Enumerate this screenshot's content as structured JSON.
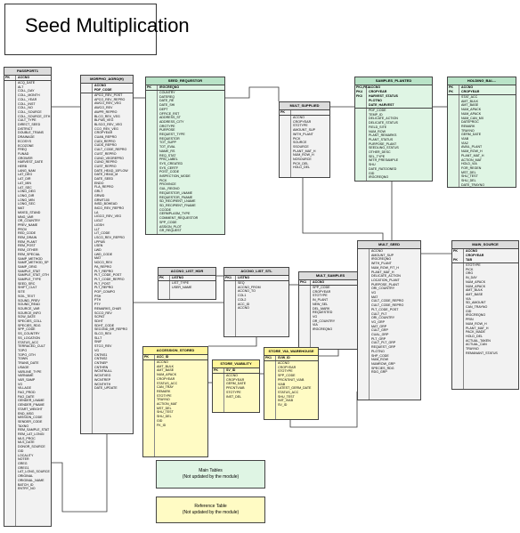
{
  "title": "Seed Multiplication",
  "legend": {
    "main_tables": "Main Tables\n(Not updated by the module)",
    "reference_table": "Reference Table\n(Not updated by the module)"
  },
  "tables": [
    {
      "id": "passport1",
      "name": "PASSPORT1",
      "color": "grey",
      "pk": [
        "PK"
      ],
      "pk_fields": [
        "ACCNO"
      ],
      "keys": [
        "",
        "",
        "",
        "",
        "",
        "",
        "",
        "",
        "",
        "",
        "",
        "",
        "",
        "",
        "",
        "",
        "",
        "",
        "",
        "",
        "",
        "",
        "",
        "",
        "",
        "",
        "",
        "",
        "",
        "",
        "",
        "",
        "",
        "",
        "",
        "",
        "",
        "",
        "",
        "",
        "",
        "",
        "",
        "",
        "",
        "",
        "",
        "",
        "",
        "",
        "",
        "",
        "",
        "",
        "",
        "",
        "",
        "",
        "",
        "",
        "",
        "",
        "",
        "",
        "",
        "",
        "",
        "",
        "",
        "",
        "",
        "",
        "",
        "",
        "",
        "",
        "",
        "",
        "",
        "",
        "",
        "",
        "",
        "",
        "",
        "",
        "",
        "",
        "",
        "",
        "",
        "",
        "",
        "",
        "",
        "",
        "",
        "",
        "",
        "",
        "",
        "",
        "FK1",
        "FK2"
      ],
      "fields": [
        "ACQ_DATE",
        "ALT",
        "COLL_DAY",
        "COLL_MONTH",
        "COLL_YEAR",
        "COLL_INST",
        "COLL_NO",
        "COLL_SOURCE",
        "COLL_SOURCE_OTH",
        "CULT_TYPE",
        "DIRECT_SEED",
        "DISTRICT",
        "DOUBLE_TRANS",
        "DRAINAGE",
        "ECOSYS",
        "ECOZONE",
        "FREQ",
        "FUNAD",
        "GROWER",
        "HARVEST_DATE",
        "HERB",
        "LANG_NAM",
        "LAT_DEG",
        "LAT_DIR",
        "LAT_MIN",
        "LAT_SEC",
        "LONG_DEG",
        "LONG_DIR",
        "LONG_MIN",
        "LONG_SEC",
        "MAT",
        "MIXED_STAND",
        "MNG_VAR",
        "OR_COUNTRY",
        "PREV_NAME",
        "PROV",
        "RED_CODE",
        "REM_DRAIN",
        "REM_PLANT",
        "REM_POST",
        "REM_OTHER",
        "REM_SPECIAL",
        "SAMP_METHOD",
        "SAMP_METHOD_SP",
        "SAMP_ORIG",
        "SAMPLE_STAT",
        "SAMPLE_STAT_OTH",
        "SAMPLE_TYPE",
        "SEED_SRC",
        "SHIFT_CULT",
        "SITE",
        "SOIL_TEXT",
        "SOUND_PREV",
        "SOUND_READ",
        "SOURCE_VAR",
        "SOURCE_INFO",
        "SOW_DATE",
        "SPECIES_COLL",
        "SPECIES_RDG",
        "SPP_CODE",
        "SS_COUNTRY",
        "SS_LOCATION",
        "STATUS_ACC",
        "TERRACED_CULT",
        "TOPO",
        "TOPO_OTH",
        "TOWN",
        "TRANS_DATE",
        "USAGE",
        "VARLINE_TYPE",
        "VARNAME",
        "VAR_SAMP",
        "VG",
        "VILLAGE",
        "FAO_PROD",
        "FAO_DATE",
        "GENDER_LNAME",
        "GENDER_FNAME",
        "START_WEIGHT",
        "END_MSG",
        "MISSION_CODE",
        "SENDER_CODE",
        "TAXNO",
        "REM_SAMPLE_STAT",
        "REM_LAT_LONGI",
        "MLS_PROC",
        "MLS_DATE",
        "DONOR_SOURCE",
        "GID",
        "LOCALITY",
        "NOTER",
        "GREG",
        "GREG1",
        "LAT_LONG_SOURCE",
        "ORIGINAL",
        "ORIGINAL_NAME",
        "BATCH_ID",
        "ENTRY_NO"
      ]
    },
    {
      "id": "morpho",
      "name": "MORPHO_AGRO(H)",
      "color": "grey",
      "pk": [
        "",
        ""
      ],
      "pk_fields": [
        "ACCNO",
        "PDF_CODE"
      ],
      "keys": [],
      "fields": [
        "APCO_REV_POST",
        "APCO_REV_REPRO",
        "AWCO_REV_VEG",
        "AWCO_REV",
        "AWPR_REPRO",
        "BLCO_REV_VEG",
        "BLPUB_VEG",
        "BLSCO_REV_VEG",
        "CCO_REV_VEG",
        "CROPYEAR",
        "CUAN_REPRO",
        "CUDI_REPRO",
        "CUDS_REPRO",
        "CULT_CODE_REPRO",
        "CUST_REPRO",
        "CUNO_VEGREPRO",
        "CUNO_REPRO",
        "CUST_REPRO",
        "DATE_HEAD_10FLOW",
        "DATE_HEAD_M",
        "DATE_SEED",
        "ENDO",
        "FLA_REPRO",
        "GRLT",
        "GRWD",
        "GRWT100",
        "INSD_BOHEAD",
        "INCO_REV_REPRO",
        "LA",
        "LIGCO_REV_VEG",
        "LIGLT",
        "LIGSH",
        "LLT",
        "LIT_CODE",
        "LSCO_REV_REPRO",
        "LPPUB",
        "LSEN",
        "LWD",
        "LWD_CODE",
        "MAT",
        "NOCO_REV",
        "PA_REPRO",
        "PLT_REPRO",
        "PLT_CODE_POST",
        "PLT_CODE_REPRO",
        "PLT_POST",
        "PLT_REPRO",
        "POP_COMPO",
        "PSH",
        "PTH",
        "PTY",
        "REMARKS_CHAR",
        "SCCO_REV",
        "SCPAT",
        "SDHT",
        "SDHT_CODE",
        "SECOND_BR_REPRO",
        "SLCO_REV",
        "SLLT",
        "SNIF",
        "STCO_REV",
        "VG",
        "CNTNS1",
        "CNTNS2",
        "CNTNEP",
        "CNTHRN",
        "WCNTNULL",
        "WCNTVEG",
        "WCNTREP",
        "WCNTHTH",
        "DATE_UPDATE"
      ]
    },
    {
      "id": "seedreq",
      "name": "SEED_REQUESTOR",
      "color": "green",
      "pk": [
        "PK"
      ],
      "pk_fields": [
        "IRGCREQNO"
      ],
      "keys": [],
      "fields": [
        "COUNTRY",
        "DATEREQ",
        "DATE_RE",
        "DATE_SHI",
        "DEPT",
        "OFFICE_RST",
        "ADDRESS_ST",
        "ADDRESS_CITY",
        "ORGTYPE",
        "PURPOSE",
        "REQUEST_TYPE",
        "REQUESTOR",
        "TOT_SUPP",
        "TOT_EVAL",
        "NAME_RS",
        "REQ_STAT",
        "PRN_LABEL",
        "SYS_CREATED",
        "SYS_CERTF",
        "POST_CODE",
        "INSPECTION_MODE",
        "PICK",
        "PROVINCE",
        "GUL_REGNO",
        "REQUESTOR_LNAME",
        "REQUESTOR_FNAME",
        "SD_RECIPIENT_LNAME",
        "SD_RECIPIENT_FNAME",
        "CCODE",
        "GERMPLASM_TYPE",
        "COMMENT_REQUESTOR",
        "SPP_CODE",
        "ASSIGN_PLOT",
        "GR_REQUEST"
      ]
    },
    {
      "id": "multsupp",
      "name": "MULT_SUPPLIED",
      "color": "grey",
      "pk": [
        "PK"
      ],
      "pk_fields": [
        ""
      ],
      "keys": [],
      "fields": [
        "ACCNO",
        "CROPYEAR",
        "STOTYPE",
        "AMOUNT_SUP",
        "WITH_PLANT",
        "PICK",
        "SOURCE",
        "SSOURCE",
        "PLANT_MAT_H",
        "NUM_ROW_H",
        "NOSOURCE",
        "PICK_DEL",
        "HOLD_DEL"
      ]
    },
    {
      "id": "samples",
      "name": "SAMPLES_PLANTED",
      "color": "green",
      "pk": [
        "PK1,FK1",
        "PK4",
        "FK3"
      ],
      "pk_fields": [
        "ACCNO",
        "CROPYEAR",
        "HARVEST_STATUS",
        "PLOTNO",
        "DATE_HARVEST"
      ],
      "keys": [],
      "fields": [
        "PDF_CODE",
        "TEMP_ID",
        "DELICATE_ACTION",
        "DELICATE_STATUS",
        "FIELD_SITE",
        "NUM_ROW",
        "PLANT_REMARKS",
        "PLANT_STATUS",
        "PURPOSE_PLANT",
        "SEEDLING_STATUS",
        "OTHER_DESC",
        "SEL_TYPE",
        "WITH_PRESAMPLE",
        "SHU",
        "DATE_RATOONED",
        "GID",
        "IRGCREQNO"
      ]
    },
    {
      "id": "holding",
      "name": "HOLDING_BAL...",
      "color": "green",
      "pk": [
        "PK",
        "PK"
      ],
      "pk_fields": [
        "ACCNO",
        "CROPYEAR"
      ],
      "keys": [],
      "fields": [
        "STAT_ACC",
        "AMT_BULK",
        "AMT_BASE",
        "NUM_APACK",
        "NUM_APACK",
        "NUM_CAN_MX",
        "DATEPROC",
        "REMARK",
        "TRAYNO",
        "GERM_DATE",
        "VIAB",
        "VIA2",
        "AVAIL_PLANT",
        "NUM_ROW_H",
        "PLANT_MAT_H",
        "ACTION_MAT",
        "HOLD_VIA",
        "FOR_REGEN",
        "MST_DEL",
        "SHU_TEST",
        "SHU_DEL",
        "DATE_TRAYNO",
        "GID"
      ]
    },
    {
      "id": "acclist",
      "name": "ACCNO_LIST_STL",
      "color": "grey",
      "pk": [
        "PK1"
      ],
      "pk_fields": [
        "LISTNO"
      ],
      "keys": [],
      "fields": [
        "SEQ",
        "ACCNO_FROM",
        "ACCNO_TO",
        "COL1",
        "COL2",
        "ACC_ID",
        "ACCNO"
      ]
    },
    {
      "id": "acclisthdr",
      "name": "ACCNO_LIST_HDR",
      "color": "grey",
      "pk": [
        "PK"
      ],
      "pk_fields": [
        "LISTNO"
      ],
      "keys": [],
      "fields": [
        "LIST_TYPE",
        "USER_NAME"
      ]
    },
    {
      "id": "multsamples",
      "name": "MULT_SAMPLES",
      "color": "grey",
      "pk": [
        "PK1"
      ],
      "pk_fields": [
        "ACCNO"
      ],
      "keys": [],
      "fields": [
        "SPP_CODE",
        "CROPYEAR",
        "STOTYPE",
        "IN_PLANT",
        "NEW_SEL",
        "DEL_MARK",
        "REQUESTED",
        "VG",
        "OR_COUNTRY",
        "VIA",
        "IRGCREQNO"
      ]
    },
    {
      "id": "multseed",
      "name": "MULT_SEED",
      "color": "grey",
      "pk": [],
      "pk_fields": [],
      "keys": [],
      "fields": [
        "ACCNO",
        "AMOUNT_SUP",
        "IRGCREQNO",
        "WITH_PLANT",
        "NUM_ROW_FIT_H",
        "PLANT_MAT_H",
        "DELICATE_ACTION",
        "LOCATION_PLANT",
        "PURPOSE_PLANT",
        "ORI_COUNTRY",
        "VG",
        "MAT",
        "CULT_CODE_REPRO",
        "CULT_CODE_REPRO",
        "PLT_CODE_POST",
        "CULT_PLT",
        "ORI_COUNTRY",
        "VG_GRP",
        "MAT_GRP",
        "CULT_GRP",
        "CUAL_GRP",
        "PLT_GRP",
        "CULT_PLT_GRP",
        "REQUEST_GRP",
        "PLOTNO",
        "SHP_CODE",
        "NUM_ROW",
        "NUMROW_GRP",
        "SPECIES_RDG",
        "RDG_GRP"
      ]
    },
    {
      "id": "mainsource",
      "name": "MAIN_SOURCE",
      "color": "grey",
      "pk": [
        "PK",
        "",
        "PK"
      ],
      "pk_fields": [
        "ACCNO",
        "CROPYEAR",
        "TAB"
      ],
      "keys": [],
      "fields": [
        "STOTYPE",
        "PICK",
        "ORG",
        "IN_DAY",
        "NUM_APACK",
        "NUM_APACK",
        "AMT_BULK",
        "AMT_BASE",
        "VIA",
        "SD_AMOUNT",
        "CAN_TRAYNO",
        "GID",
        "IRGCREQNO",
        "PRIN",
        "NUM_ROW_H",
        "PLANT_MAT_H",
        "PACK_MADE",
        "HOLD_DEL",
        "ACTUAL_TAKEN",
        "ACTUAL_CAN",
        "TRAYNO",
        "REMANANT_STATUS"
      ]
    },
    {
      "id": "accstored",
      "name": "ACCESSION_STORED",
      "color": "yellow",
      "pk": [
        "PK"
      ],
      "pk_fields": [
        "ACC_ID"
      ],
      "keys": [],
      "fields": [
        "ACCNO",
        "AMT_BULK",
        "AMT_BASE",
        "NUM_APACK",
        "CROPYEAR",
        "STATUS_ACC",
        "CAN_TRAY",
        "REMARK",
        "STOTYPE",
        "TRAYNO",
        "ACTION_MAT",
        "MST_DEL",
        "SHU_TEST",
        "SHU_DEL",
        "GID",
        "FK_ID"
      ]
    },
    {
      "id": "storeviab",
      "name": "STORE_VIABILITY",
      "color": "yellow",
      "pk": [
        "PK"
      ],
      "pk_fields": [
        "SV_ID"
      ],
      "keys": [],
      "fields": [
        "ACCNO",
        "CROPYEAR",
        "GERM_DATE",
        "PRCNTVIAB",
        "STOTYPE",
        "INST_DEL"
      ]
    },
    {
      "id": "storevia",
      "name": "STORE_VIA_WAREHOUSE",
      "color": "yellow",
      "pk": [
        "PK1"
      ],
      "pk_fields": [
        "SVW_ID"
      ],
      "keys": [],
      "fields": [
        "ACCNO",
        "CROPYEAR",
        "STOTYPE",
        "SPP_CODE",
        "PRCNTINIT_VIAB",
        "VIAB",
        "LATEST_GERM_DATE",
        "STATUS_ACC",
        "SHU_TEST",
        "INIT_VIAB",
        "SV_ID"
      ]
    }
  ]
}
